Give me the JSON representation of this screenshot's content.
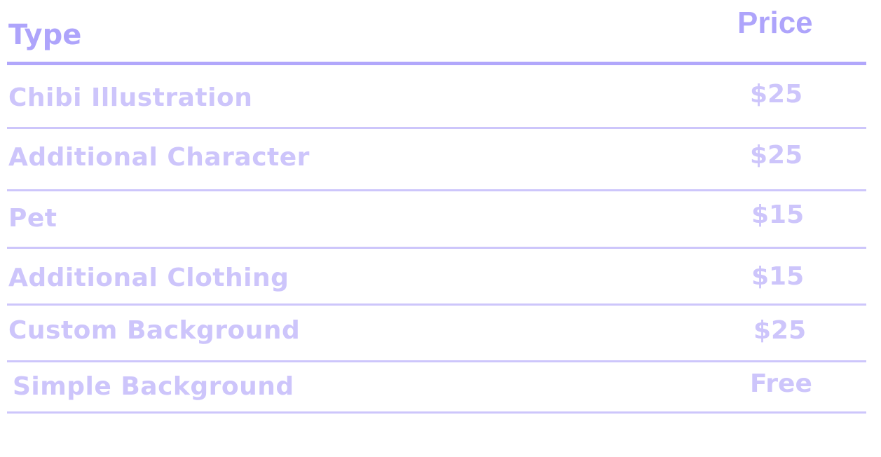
{
  "header": {
    "type_label": "Type",
    "price_label": "Price"
  },
  "rows": [
    {
      "type": "Chibi Illustration",
      "price": "$25"
    },
    {
      "type": "Additional Character",
      "price": "$25"
    },
    {
      "type": "Pet",
      "price": "$15"
    },
    {
      "type": "Additional Clothing",
      "price": "$15"
    },
    {
      "type": "Custom Background",
      "price": "$25"
    },
    {
      "type": "Simple Background",
      "price": "Free"
    }
  ],
  "colors": {
    "header": "#aea4fb",
    "row_text": "#cdc5fb",
    "header_rule": "#b1a7fb",
    "row_rule": "#cdc6fb"
  }
}
